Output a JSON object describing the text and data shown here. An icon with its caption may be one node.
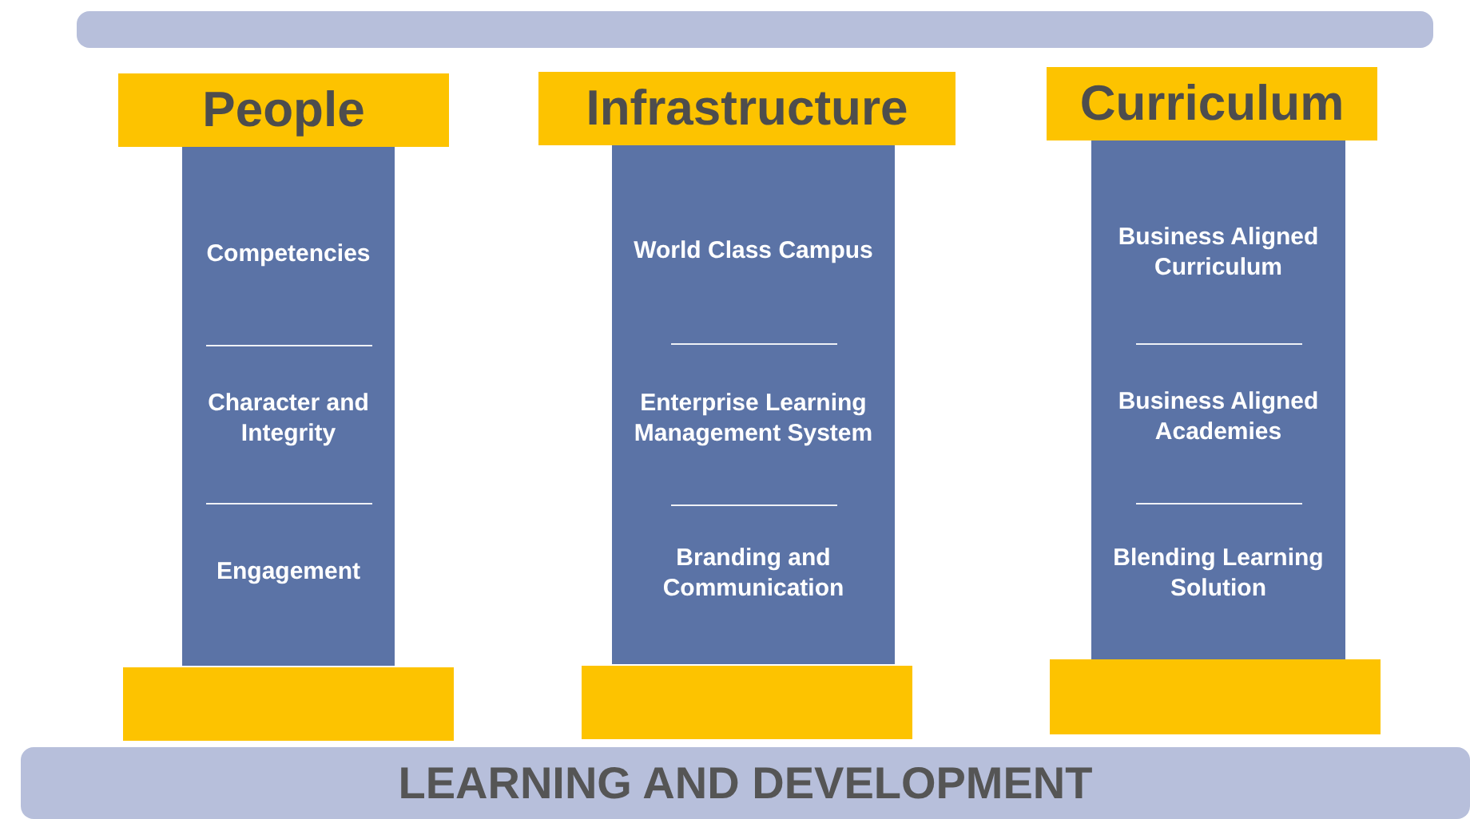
{
  "diagram": {
    "nodes": [
      {
        "text": [],
        "shape": "bar"
      },
      {
        "text": [
          "People"
        ]
      },
      {
        "text": [
          "Competencies",
          "Character and Integrity",
          "Engagement"
        ]
      },
      {
        "text": [
          "Infrastructure"
        ]
      },
      {
        "text": [
          "World Class Campus",
          "Enterprise Learning Management System",
          "Branding and Communication"
        ]
      },
      {
        "text": [
          "Curriculum"
        ]
      },
      {
        "text": [
          "Business Aligned Curriculum",
          "Business Aligned Academies",
          "Blending Learning Solution"
        ]
      },
      {
        "text": [],
        "shape": "box"
      },
      {
        "text": [],
        "shape": "box"
      },
      {
        "text": [],
        "shape": "box"
      },
      {
        "text": [
          "LEARNING AND DEVELOPMENT"
        ]
      }
    ]
  }
}
